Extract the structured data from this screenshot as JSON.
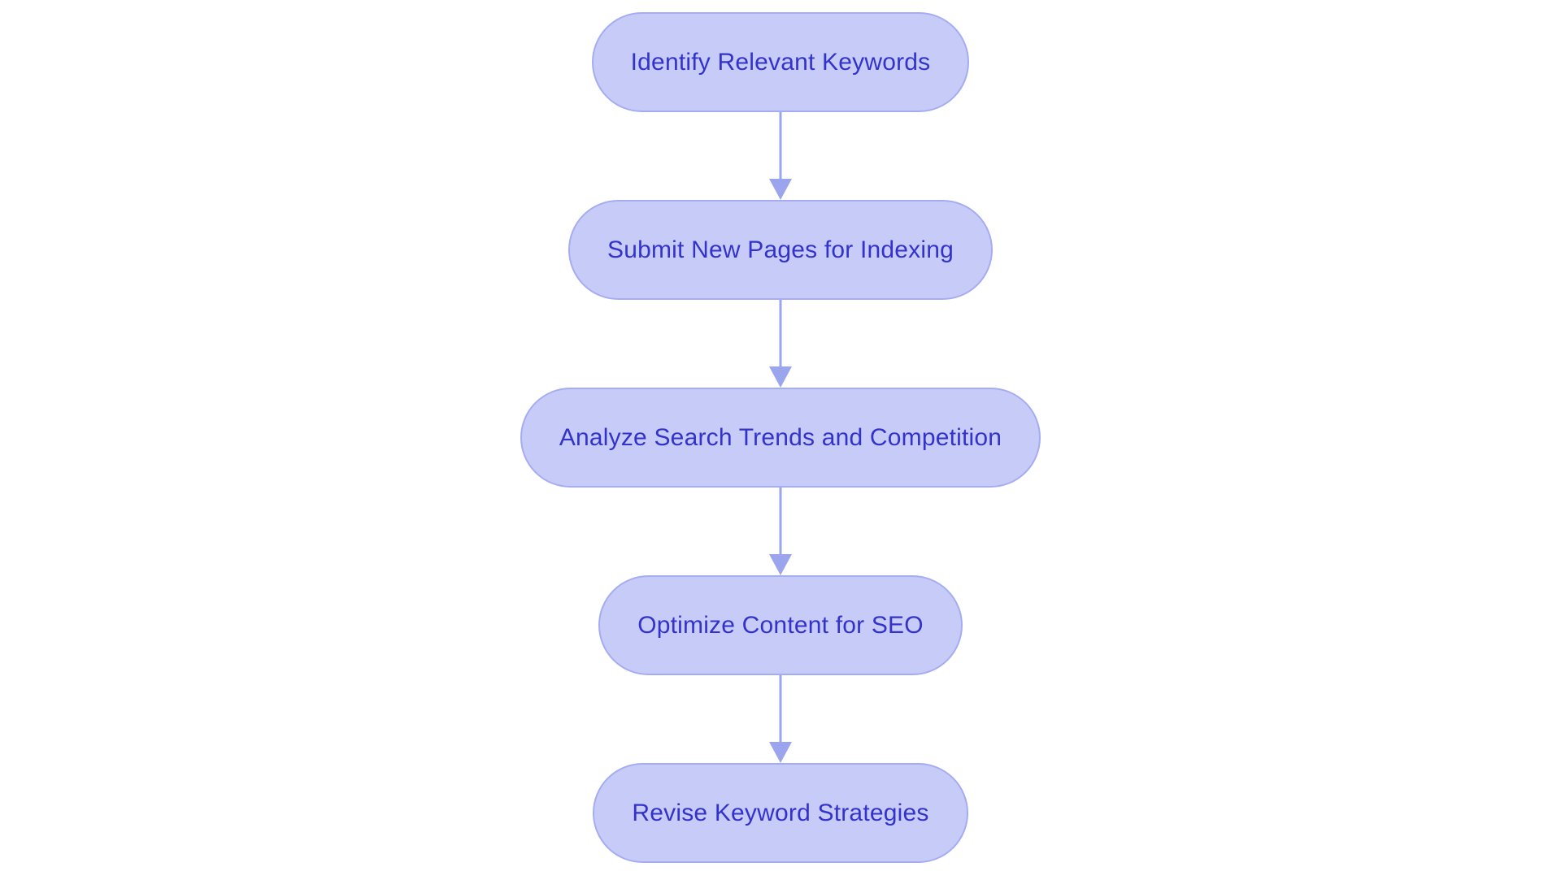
{
  "diagram": {
    "type": "flowchart",
    "orientation": "top-to-bottom",
    "background_color": "#ffffff",
    "node_fill_color": "#c7cbf8",
    "node_border_color": "#a5acf2",
    "node_text_color": "#3333cc",
    "connector_color": "#9ba5ee",
    "nodes": [
      {
        "id": "n1",
        "label": "Identify Relevant Keywords"
      },
      {
        "id": "n2",
        "label": "Submit New Pages for Indexing"
      },
      {
        "id": "n3",
        "label": "Analyze Search Trends and Competition"
      },
      {
        "id": "n4",
        "label": "Optimize Content for SEO"
      },
      {
        "id": "n5",
        "label": "Revise Keyword Strategies"
      }
    ],
    "connectors": [
      {
        "id": "c1",
        "from": "n1",
        "to": "n2",
        "arrow": "down-arrow-icon"
      },
      {
        "id": "c2",
        "from": "n2",
        "to": "n3",
        "arrow": "down-arrow-icon"
      },
      {
        "id": "c3",
        "from": "n3",
        "to": "n4",
        "arrow": "down-arrow-icon"
      },
      {
        "id": "c4",
        "from": "n4",
        "to": "n5",
        "arrow": "down-arrow-icon"
      }
    ]
  }
}
